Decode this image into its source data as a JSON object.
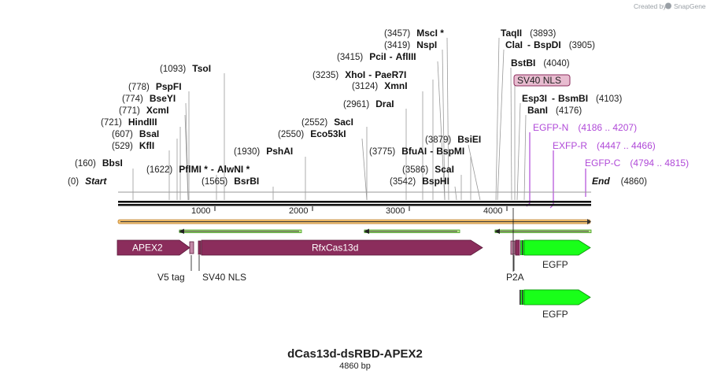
{
  "credit": {
    "prefix": "Created by",
    "brand": "SnapGene"
  },
  "map": {
    "name": "dCas13d-dsRBD-APEX2",
    "length_label": "4860 bp",
    "start_label": "Start",
    "start_pos": "(0)",
    "end_label": "End",
    "end_pos": "(4860)",
    "ticks": [
      "1000",
      "2000",
      "3000",
      "4000"
    ],
    "sites": [
      {
        "pos": "(160)",
        "name": "BbsI"
      },
      {
        "pos": "(529)",
        "name": "KflI"
      },
      {
        "pos": "(607)",
        "name": "BsaI"
      },
      {
        "pos": "(721)",
        "name": "HindIII"
      },
      {
        "pos": "(771)",
        "name": "XcmI"
      },
      {
        "pos": "(774)",
        "name": "BseYI"
      },
      {
        "pos": "(778)",
        "name": "PspFI"
      },
      {
        "pos": "(1093)",
        "name": "TsoI"
      },
      {
        "pos": "(1622)",
        "name": "PflMI *",
        "name2": "AlwNI *"
      },
      {
        "pos": "(1565)",
        "name": "BsrBI"
      },
      {
        "pos": "(1930)",
        "name": "PshAI"
      },
      {
        "pos": "(2550)",
        "name": "Eco53kI"
      },
      {
        "pos": "(2552)",
        "name": "SacI"
      },
      {
        "pos": "(2961)",
        "name": "DraI"
      },
      {
        "pos": "(3124)",
        "name": "XmnI"
      },
      {
        "pos": "(3235)",
        "name": "XhoI",
        "name2": "PaeR7I"
      },
      {
        "pos": "(3415)",
        "name": "PciI",
        "name2": "AflIII"
      },
      {
        "pos": "(3419)",
        "name": "NspI"
      },
      {
        "pos": "(3457)",
        "name": "MscI *"
      },
      {
        "pos": "(3542)",
        "name": "BspHI"
      },
      {
        "pos": "(3586)",
        "name": "ScaI"
      },
      {
        "pos": "(3775)",
        "name": "BfuAI",
        "name2": "BspMI"
      },
      {
        "pos": "(3879)",
        "name": "BsiEI"
      },
      {
        "pos": "(3893)",
        "name": "TaqII"
      },
      {
        "pos": "(3905)",
        "name": "ClaI",
        "name2": "BspDI"
      },
      {
        "pos": "(4040)",
        "name": "BstBI"
      },
      {
        "pos": "(4103)",
        "name": "Esp3I",
        "name2": "BsmBI"
      },
      {
        "pos": "(4176)",
        "name": "BanI"
      }
    ],
    "boxed_feature": "SV40 NLS",
    "primers": [
      {
        "name": "EGFP-N",
        "range": "(4186 .. 4207)"
      },
      {
        "name": "EXFP-R",
        "range": "(4447 .. 4466)"
      },
      {
        "name": "EGFP-C",
        "range": "(4794 .. 4815)"
      }
    ],
    "features": {
      "apex2": "APEX2",
      "rfxcas13d": "RfxCas13d",
      "egfp": "EGFP",
      "egfp2": "EGFP",
      "v5": "V5 tag",
      "sv40": "SV40 NLS",
      "p2a": "P2A"
    },
    "colors": {
      "feature": "#8b2d5c",
      "egfp": "#19ff19",
      "primer": "#b04ad8",
      "orf": "#3d9e1b",
      "backbone": "#f0c070"
    }
  }
}
